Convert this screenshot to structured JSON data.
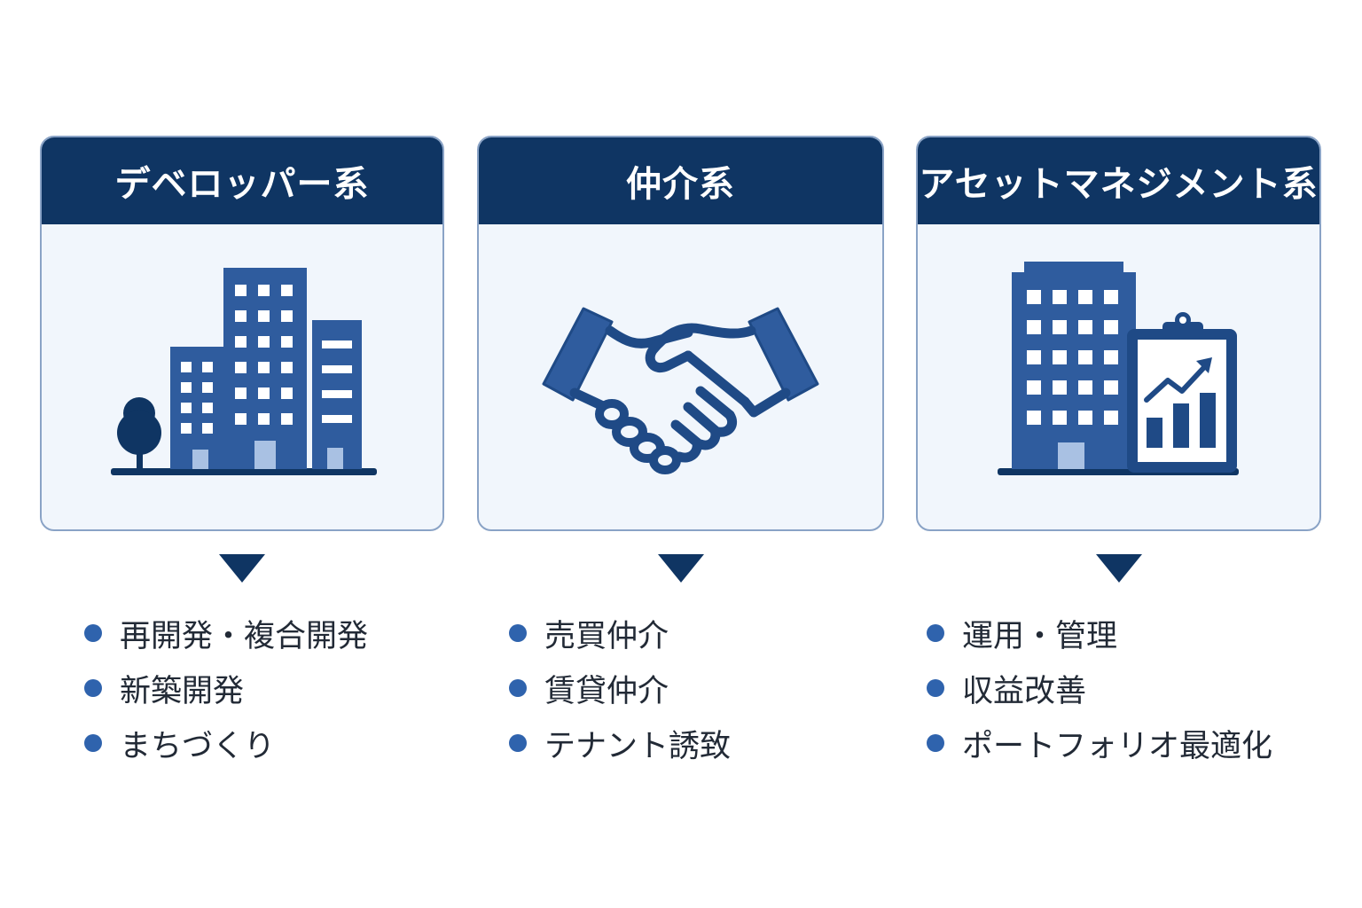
{
  "colors": {
    "header_bg": "#0f3563",
    "card_bg": "#f1f6fc",
    "card_border": "#8aa3c6",
    "icon_blue": "#2f5c9e",
    "bullet": "#2f63ad"
  },
  "columns": [
    {
      "title": "デベロッパー系",
      "icon": "city-buildings-icon",
      "items": [
        "再開発・複合開発",
        "新築開発",
        "まちづくり"
      ]
    },
    {
      "title": "仲介系",
      "icon": "handshake-icon",
      "items": [
        "売買仲介",
        "賃貸仲介",
        "テナント誘致"
      ]
    },
    {
      "title": "アセットマネジメント系",
      "icon": "building-report-icon",
      "items": [
        "運用・管理",
        "収益改善",
        "ポートフォリオ最適化"
      ]
    }
  ]
}
